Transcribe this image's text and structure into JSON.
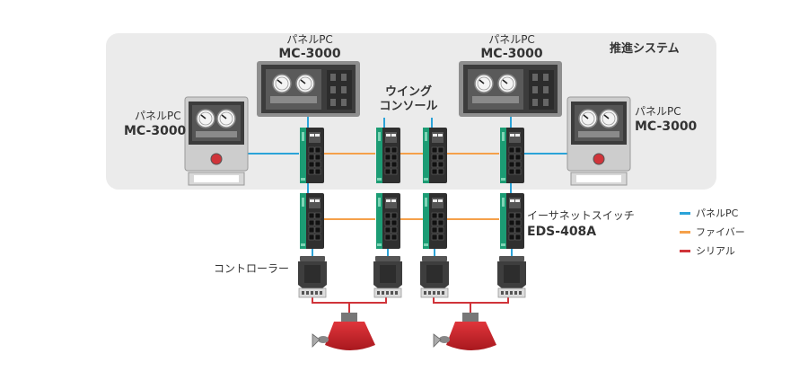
{
  "labels": {
    "propulsion_system": "推進システム",
    "pc_top_left_small": "パネルPC",
    "pc_top_left_big": "MC-3000",
    "pc_top_right_small": "パネルPC",
    "pc_top_right_big": "MC-3000",
    "pc_left_small": "パネルPC",
    "pc_left_big": "MC-3000",
    "pc_right_small": "パネルPC",
    "pc_right_big": "MC-3000",
    "wing_console_line1": "ウイング",
    "wing_console_line2": "コンソール",
    "switch_small": "イーサネットスイッチ",
    "switch_big": "EDS-408A",
    "controller": "コントローラー"
  },
  "legend": [
    {
      "label": "パネルPC",
      "color": "#2ba3d8"
    },
    {
      "label": "ファイバー",
      "color": "#f5a04a"
    },
    {
      "label": "シリアル",
      "color": "#d0343a"
    }
  ],
  "colors": {
    "panel_bg": "#ebebeb",
    "device_dark": "#3c3c3c",
    "switch_green": "#1c9c74",
    "thruster_red": "#c8252b",
    "cable_blue": "#2ba3d8",
    "cable_orange": "#f5a04a",
    "cable_red": "#d0343a"
  }
}
